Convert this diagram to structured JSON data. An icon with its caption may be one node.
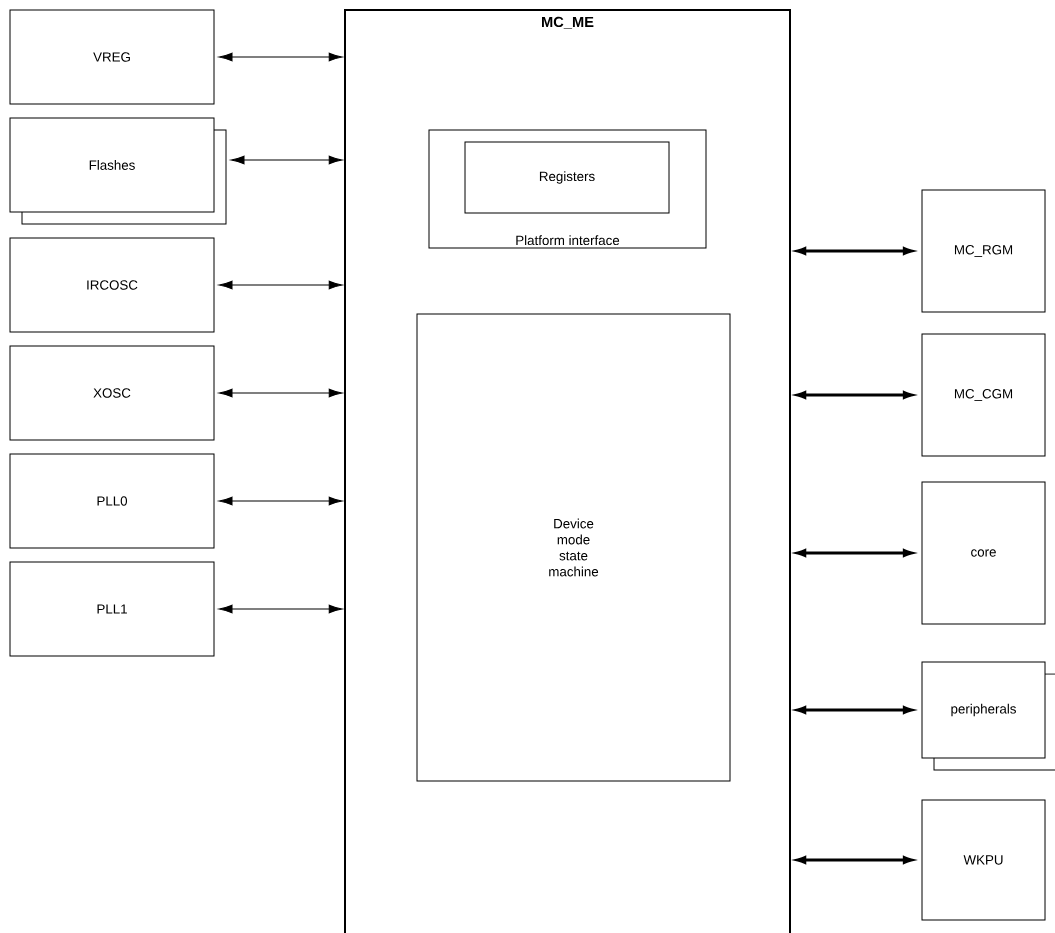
{
  "diagram": {
    "nodes": [
      {
        "text": [
          "MC_ME"
        ]
      },
      {
        "text": [
          "Platform interface"
        ],
        "in": 0
      },
      {
        "text": [
          "Registers"
        ],
        "in": 1
      },
      {
        "text": [
          "Device mode state machine"
        ],
        "in": 0
      },
      {
        "text": [
          "VREG"
        ]
      },
      {
        "text": [
          "Flashes"
        ]
      },
      {
        "text": [
          "IRCOSC"
        ]
      },
      {
        "text": [
          "XOSC"
        ]
      },
      {
        "text": [
          "PLL0"
        ]
      },
      {
        "text": [
          "PLL1"
        ]
      },
      {
        "text": [
          "MC_RGM"
        ]
      },
      {
        "text": [
          "MC_CGM"
        ]
      },
      {
        "text": [
          "core"
        ]
      },
      {
        "text": [
          "peripherals"
        ]
      },
      {
        "text": [
          "WKPU"
        ]
      }
    ],
    "edges": [
      {
        "from": 4,
        "to": 0,
        "arrow": "both"
      },
      {
        "from": 5,
        "to": 0,
        "arrow": "both"
      },
      {
        "from": 6,
        "to": 0,
        "arrow": "both"
      },
      {
        "from": 7,
        "to": 0,
        "arrow": "both"
      },
      {
        "from": 8,
        "to": 0,
        "arrow": "both"
      },
      {
        "from": 9,
        "to": 0,
        "arrow": "both"
      },
      {
        "from": 0,
        "to": 10,
        "arrow": "both",
        "style": "thick"
      },
      {
        "from": 0,
        "to": 11,
        "arrow": "both",
        "style": "thick"
      },
      {
        "from": 0,
        "to": 12,
        "arrow": "both",
        "style": "thick"
      },
      {
        "from": 0,
        "to": 13,
        "arrow": "both",
        "style": "thick"
      },
      {
        "from": 0,
        "to": 14,
        "arrow": "both",
        "style": "thick"
      }
    ]
  }
}
